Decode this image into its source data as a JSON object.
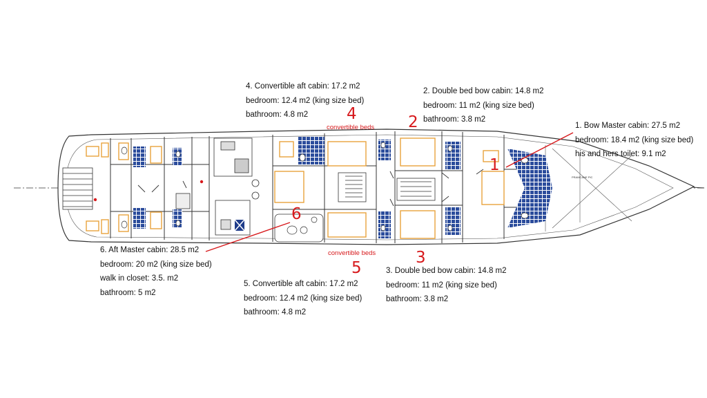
{
  "cabins": [
    {
      "number": "1",
      "lines": [
        "1. Bow Master cabin: 27.5 m2",
        "bedroom: 18.4 m2 (king size bed)",
        "his and hers toilet: 9.1 m2"
      ]
    },
    {
      "number": "2",
      "lines": [
        "2.  Double bed  bow cabin: 14.8 m2",
        "bedroom: 11 m2 (king size bed)",
        "bathroom: 3.8  m2"
      ]
    },
    {
      "number": "3",
      "lines": [
        "3.  Double bed  bow cabin: 14.8 m2",
        "bedroom: 11 m2 (king size bed)",
        "bathroom: 3.8  m2"
      ]
    },
    {
      "number": "4",
      "lines": [
        "4.  Convertible  aft cabin: 17.2 m2",
        "bedroom: 12.4 m2 (king size bed)",
        "bathroom: 4.8  m2"
      ],
      "note": "convertible beds"
    },
    {
      "number": "5",
      "lines": [
        "5.  Convertible  aft cabin: 17.2 m2",
        "bedroom: 12.4 m2 (king size bed)",
        "bathroom: 4.8  m2"
      ],
      "note": "convertible beds"
    },
    {
      "number": "6",
      "lines": [
        "6. Aft Master cabin: 28.5 m2",
        "bedroom: 20 m2 (king size bed)",
        "walk in closet: 3.5. m2",
        "bathroom: 5 m2"
      ]
    }
  ],
  "colors": {
    "accent": "#d7191c",
    "furniture": "#e8a33c",
    "tile": "#2b4c9c",
    "line": "#333333"
  }
}
